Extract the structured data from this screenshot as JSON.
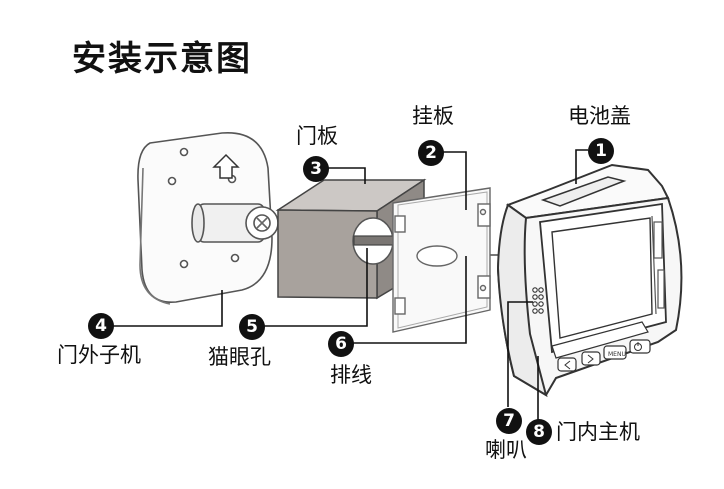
{
  "title": "安装示意图",
  "callouts": [
    {
      "id": "battery_cover",
      "badge": "1",
      "label": "电池盖"
    },
    {
      "id": "mount_plate",
      "badge": "2",
      "label": "挂板"
    },
    {
      "id": "door",
      "badge": "3",
      "label": "门板"
    },
    {
      "id": "outdoor_unit",
      "badge": "4",
      "label": "门外子机"
    },
    {
      "id": "peephole",
      "badge": "5",
      "label": "猫眼孔"
    },
    {
      "id": "cable",
      "badge": "6",
      "label": "排线"
    },
    {
      "id": "speaker",
      "badge": "7",
      "label": "喇叭"
    },
    {
      "id": "indoor_unit",
      "badge": "8",
      "label": "门内主机"
    }
  ],
  "device_buttons": [
    "MENU"
  ]
}
